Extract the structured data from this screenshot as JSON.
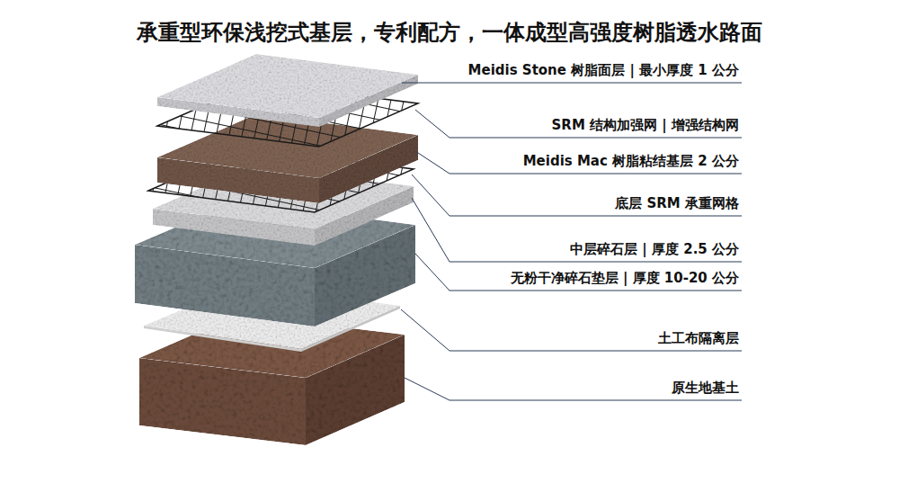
{
  "diagram": {
    "title": "承重型环保浅挖式基层，专利配方，一体成型高强度树脂透水路面",
    "labels": [
      "Meidis Stone 树脂面层 | 最小厚度 1 公分",
      "SRM 结构加强网 | 增强结构网",
      "Meidis Mac 树脂粘结基层 2 公分",
      "底层 SRM 承重网格",
      "中层碎石层 | 厚度 2.5 公分",
      "无粉干净碎石垫层 | 厚度 10-20 公分",
      "土工布隔离层",
      "原生地基土"
    ]
  }
}
